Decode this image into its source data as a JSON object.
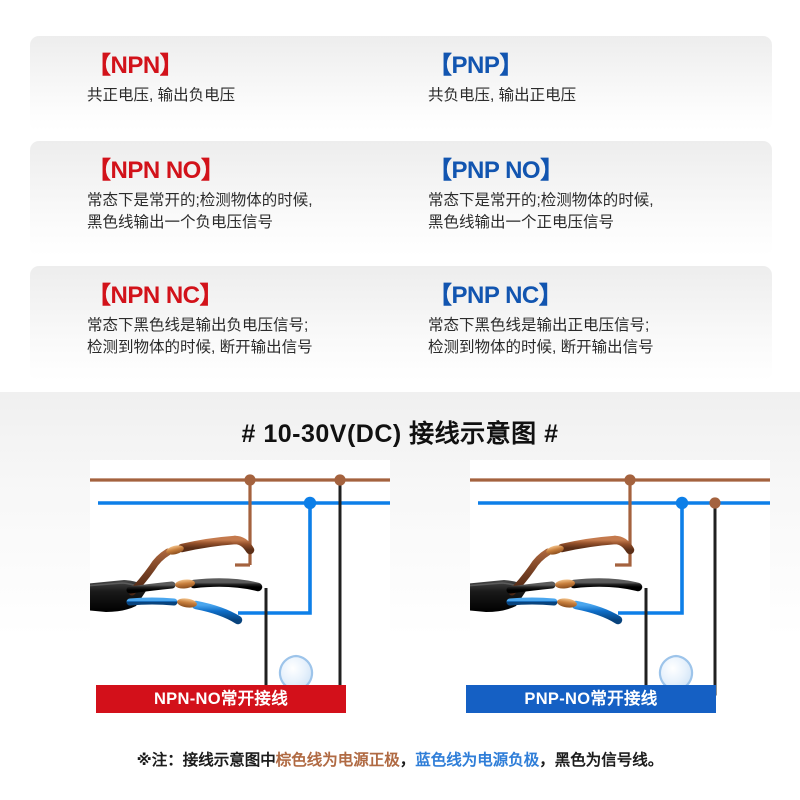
{
  "cards": [
    {
      "left": {
        "title": "【NPN】",
        "type": "npn",
        "lines": [
          "共正电压, 输出负电压"
        ]
      },
      "right": {
        "title": "【PNP】",
        "type": "pnp",
        "lines": [
          "共负电压, 输出正电压"
        ]
      }
    },
    {
      "left": {
        "title": "【NPN NO】",
        "type": "npn",
        "lines": [
          "常态下是常开的;检测物体的时候,",
          "黑色线输出一个负电压信号"
        ]
      },
      "right": {
        "title": "【PNP NO】",
        "type": "pnp",
        "lines": [
          "常态下是常开的;检测物体的时候,",
          "黑色线输出一个正电压信号"
        ]
      }
    },
    {
      "left": {
        "title": "【NPN NC】",
        "type": "npn",
        "lines": [
          "常态下黑色线是输出负电压信号;",
          "检测到物体的时候, 断开输出信号"
        ]
      },
      "right": {
        "title": "【PNP NC】",
        "type": "pnp",
        "lines": [
          "常态下黑色线是输出正电压信号;",
          "检测到物体的时候, 断开输出信号"
        ]
      }
    }
  ],
  "diagram": {
    "title": "#  10-30V(DC) 接线示意图   #",
    "panels": [
      {
        "label": "NPN-NO常开接线",
        "accent": "#d3101a"
      },
      {
        "label": "PNP-NO常开接线",
        "accent": "#1560c4"
      }
    ],
    "footnote": {
      "prefix": "※注：接线示意图中",
      "brown": "棕色线为电源正极",
      "sep1": "，",
      "blue": "蓝色线为电源负极",
      "suffix": "，黑色为信号线。"
    }
  },
  "colors": {
    "npn_red": "#d2121a",
    "pnp_blue": "#1255b0",
    "wire_brown": "#a4623e",
    "wire_blue": "#0d7fe8",
    "wire_black": "#202020",
    "card_bg": "#f0f0f0",
    "page_bg": "#ffffff"
  }
}
